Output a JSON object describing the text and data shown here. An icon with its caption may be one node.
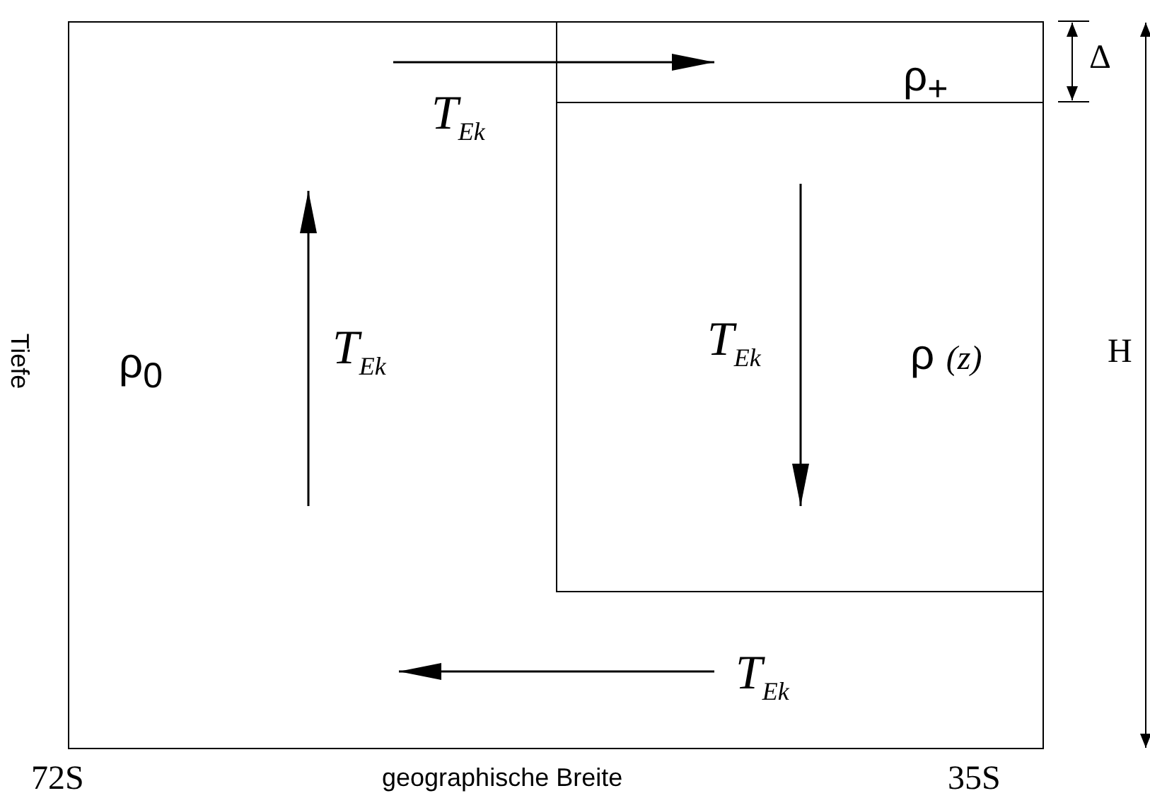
{
  "diagram": {
    "nodes": [
      {
        "text": [
          "ρ$_{0}$"
        ]
      },
      {
        "text": [
          "ρ$_{+}$"
        ],
        "in": 0
      },
      {
        "text": [
          "ρ *(z)*"
        ],
        "in": 0
      }
    ],
    "labels": [
      "T$_{Ek}$",
      "T$_{Ek}$",
      "T$_{Ek}$",
      "T$_{Ek}$",
      "Δ",
      "H",
      "Tiefe",
      "72S",
      "geographische Breite",
      "35S"
    ]
  }
}
